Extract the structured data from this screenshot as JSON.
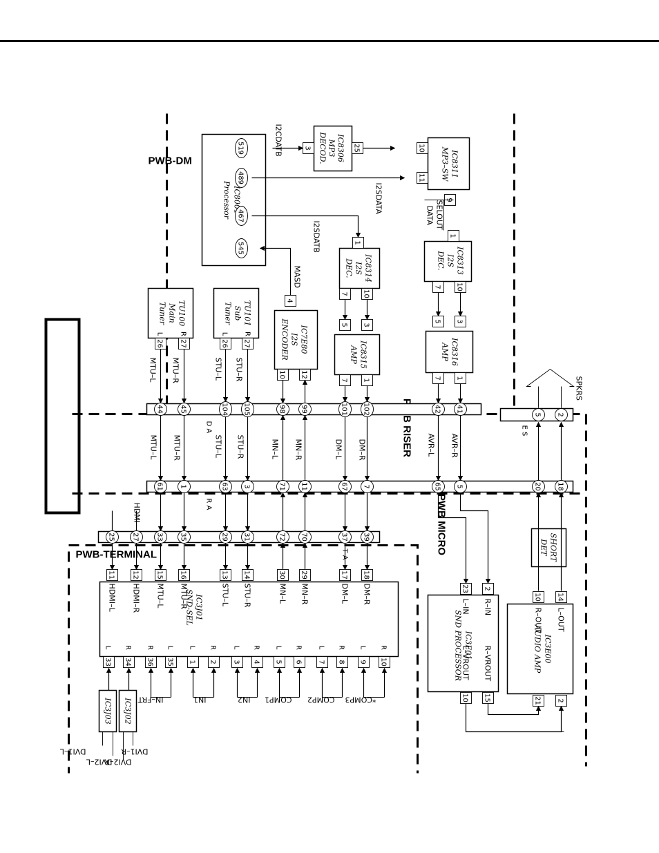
{
  "boards": {
    "dm": "PWB-DM",
    "riser": "PWB RISER",
    "micro": "PWB MICRO",
    "terminal": "PWB-TERMINAL"
  },
  "ics": {
    "ic8001": [
      "IC8001",
      "Processor"
    ],
    "ic8306": [
      "IC8306",
      "MP3",
      "DECOD."
    ],
    "ic8311": [
      "IC8311",
      "MP3–SW"
    ],
    "ic8313": [
      "IC8313",
      "I2S",
      "DEC."
    ],
    "ic8314": [
      "IC8314",
      "I2S",
      "DEC."
    ],
    "ic8316": [
      "IC8316",
      "AMP"
    ],
    "ic8315": [
      "IC8315",
      "AMP"
    ],
    "ic7e80": [
      "IC7E80",
      "I2S",
      "ENCODER"
    ],
    "tu101": [
      "TU101",
      "Sub",
      "Tuner"
    ],
    "tu100": [
      "TU100",
      "Main",
      "Tuner"
    ],
    "ic3e00": [
      "IC3E00",
      "AUDIO  AMP"
    ],
    "ic3e01": [
      "IC3E01",
      "SND  PROCESSOR"
    ],
    "ic3j01": [
      "IC3J01",
      "SND-SEL"
    ],
    "ic3j02": "IC3J02",
    "ic3j03": "IC3J03",
    "shortdet": [
      "SHORT",
      "DET"
    ]
  },
  "pins": {
    "p519": "519",
    "p489": "489",
    "p467": "467",
    "p545": "545",
    "p8306_3": "3",
    "p8306_25": "25",
    "p8311_10": "10",
    "p8311_11": "11",
    "p8311_9": "9",
    "p8313_1": "1",
    "p8313_10": "10",
    "p8313_7": "7",
    "p8316_3": "3",
    "p8316_5": "5",
    "p8316_1": "1",
    "p8316_7": "7",
    "p8314_1": "1",
    "p8314_10": "10",
    "p8314_7": "7",
    "p8315_3": "3",
    "p8315_5": "5",
    "p8315_1": "1",
    "p8315_7": "7",
    "p7e80_4": "4",
    "p7e80_12": "12",
    "p7e80_10": "10",
    "tu101_r": "R",
    "tu101_l": "L",
    "tu101_27": "27",
    "tu101_26": "26",
    "tu100_r": "R",
    "tu100_l": "L",
    "tu100_27": "27",
    "tu100_26": "26",
    "sp2": "2",
    "sp5": "5",
    "da41": "41",
    "da42": "42",
    "da102": "102",
    "da101": "101",
    "da99": "99",
    "da98": "98",
    "da105": "105",
    "da104": "104",
    "da45": "45",
    "da44": "44",
    "ra18": "18",
    "ra20": "20",
    "ra5": "5",
    "ra65": "65",
    "ra7": "7",
    "ra67": "67",
    "ra11": "11",
    "ra71": "71",
    "ra3": "3",
    "ra63": "63",
    "ra1": "1",
    "ra61": "61",
    "ta39": "39",
    "ta37": "37",
    "ta70": "70",
    "ta72": "72",
    "ta31": "31",
    "ta29": "29",
    "ta35": "35",
    "ta33": "33",
    "ta27": "27",
    "ta25": "25",
    "e00_14": "14",
    "e00_10": "10",
    "e00_2": "2",
    "e00_21": "21",
    "e01_2": "2",
    "e01_23": "23",
    "e01_15": "15",
    "e01_10": "10",
    "j01_18": "18",
    "j01_17": "17",
    "j01_29": "29",
    "j01_30": "30",
    "j01_14": "14",
    "j01_13": "13",
    "j01_16": "16",
    "j01_15": "15",
    "j01_12": "12",
    "j01_11": "11",
    "j01_b10": "10",
    "j01_b9": "9",
    "j01_b8": "8",
    "j01_b7": "7",
    "j01_b6": "6",
    "j01_b5": "5",
    "j01_b4": "4",
    "j01_b3": "3",
    "j01_b2": "2",
    "j01_b1": "1",
    "j01_b35": "35",
    "j01_b36": "36",
    "j01_b34": "34",
    "j01_b33": "33",
    "rl_r1": "R",
    "rl_l1": "L",
    "rl_r2": "R",
    "rl_l2": "L",
    "rl_r3": "R",
    "rl_l3": "L",
    "rl_r4": "R",
    "rl_l4": "L",
    "rl_r5": "R",
    "rl_l5": "L",
    "rl_l6": "L",
    "rl_r7": "R",
    "rl_r8": "R",
    "rl_l8": "L"
  },
  "connectors": {
    "es": "E S",
    "da": "D A",
    "ra": "R A",
    "ta": "T A"
  },
  "signals": {
    "i2cdatb": "I2CDATB",
    "i2sdata": "I2SDATA",
    "i2sdatb": "I2SDATB",
    "selout": "SELOUT",
    "data": "DATA",
    "masd": "MASD",
    "spkrs": "SPKRS",
    "hdmi": "HDMI",
    "stur1": "STU–R",
    "stul1": "STU–L",
    "mtur1": "MTU–R",
    "mtul1": "MTU–L",
    "avrr": "AVR–R",
    "avrl": "AVR–L",
    "dmr": "DM–R",
    "dml": "DM–L",
    "mnr": "MN–R",
    "mnl": "MN–L",
    "stur2": "STU–R",
    "stul2": "STU–L",
    "mtur2": "MTU–R",
    "mtul2": "MTU–L",
    "j_dmr": "DM–R",
    "j_dml": "DM–L",
    "j_mnr": "MN–R",
    "j_mnl": "MN–L",
    "j_stur": "STU–R",
    "j_stul": "STU–L",
    "j_mtur": "MTU–R",
    "j_mtul": "MTU–L",
    "j_hdmir": "HDMI–R",
    "j_hdmil": "HDMI–L",
    "lout": "L–OUT",
    "rout": "R–OUT",
    "rin": "R–IN",
    "lin": "L–IN",
    "rvrout": "R–VROUT",
    "lvrout": "L–VROUT",
    "comp3": "*COMP3",
    "comp2": "COMP2",
    "comp1": "COMP1",
    "in2": "IN2",
    "in1": "IN1",
    "infrt": "IN–FRT",
    "dvi1r": "DVI1–R",
    "dvi2r": "DVI2–R",
    "dvi2l": "DVI2–L",
    "dvi1l": "DVI1–L"
  }
}
